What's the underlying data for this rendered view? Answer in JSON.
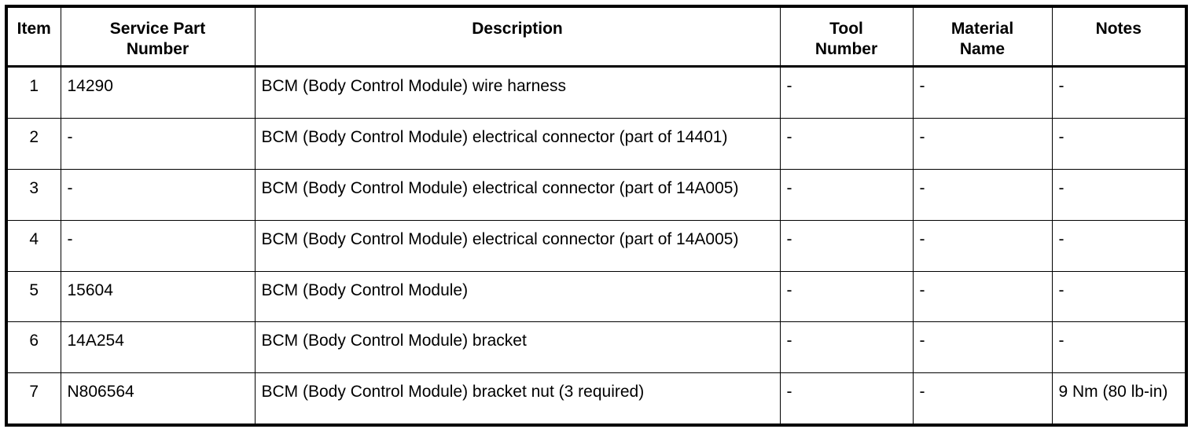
{
  "table": {
    "columns": [
      {
        "key": "item",
        "label": "Item"
      },
      {
        "key": "part",
        "label": "Service Part Number"
      },
      {
        "key": "desc",
        "label": "Description"
      },
      {
        "key": "tool",
        "label": "Tool Number"
      },
      {
        "key": "material",
        "label": "Material Name"
      },
      {
        "key": "notes",
        "label": "Notes"
      }
    ],
    "headers": {
      "item": "Item",
      "part_line1": "Service Part",
      "part_line2": "Number",
      "desc": "Description",
      "tool_line1": "Tool",
      "tool_line2": "Number",
      "material_line1": "Material",
      "material_line2": "Name",
      "notes": "Notes"
    },
    "rows": [
      {
        "item": "1",
        "part": "14290",
        "desc": "BCM (Body Control Module) wire harness",
        "tool": "-",
        "material": "-",
        "notes": "-"
      },
      {
        "item": "2",
        "part": "-",
        "desc": "BCM (Body Control Module) electrical connector (part of 14401)",
        "tool": "-",
        "material": "-",
        "notes": "-"
      },
      {
        "item": "3",
        "part": "-",
        "desc": "BCM (Body Control Module) electrical connector (part of 14A005)",
        "tool": "-",
        "material": "-",
        "notes": "-"
      },
      {
        "item": "4",
        "part": "-",
        "desc": "BCM (Body Control Module) electrical connector (part of 14A005)",
        "tool": "-",
        "material": "-",
        "notes": "-"
      },
      {
        "item": "5",
        "part": "15604",
        "desc": "BCM (Body Control Module)",
        "tool": "-",
        "material": "-",
        "notes": "-"
      },
      {
        "item": "6",
        "part": "14A254",
        "desc": "BCM (Body Control Module) bracket",
        "tool": "-",
        "material": "-",
        "notes": "-"
      },
      {
        "item": "7",
        "part": "N806564",
        "desc": "BCM (Body Control Module) bracket nut (3 required)",
        "tool": "-",
        "material": "-",
        "notes": "9 Nm (80 lb-in)"
      }
    ]
  },
  "colors": {
    "border": "#000000",
    "text": "#000000",
    "background": "#ffffff"
  }
}
